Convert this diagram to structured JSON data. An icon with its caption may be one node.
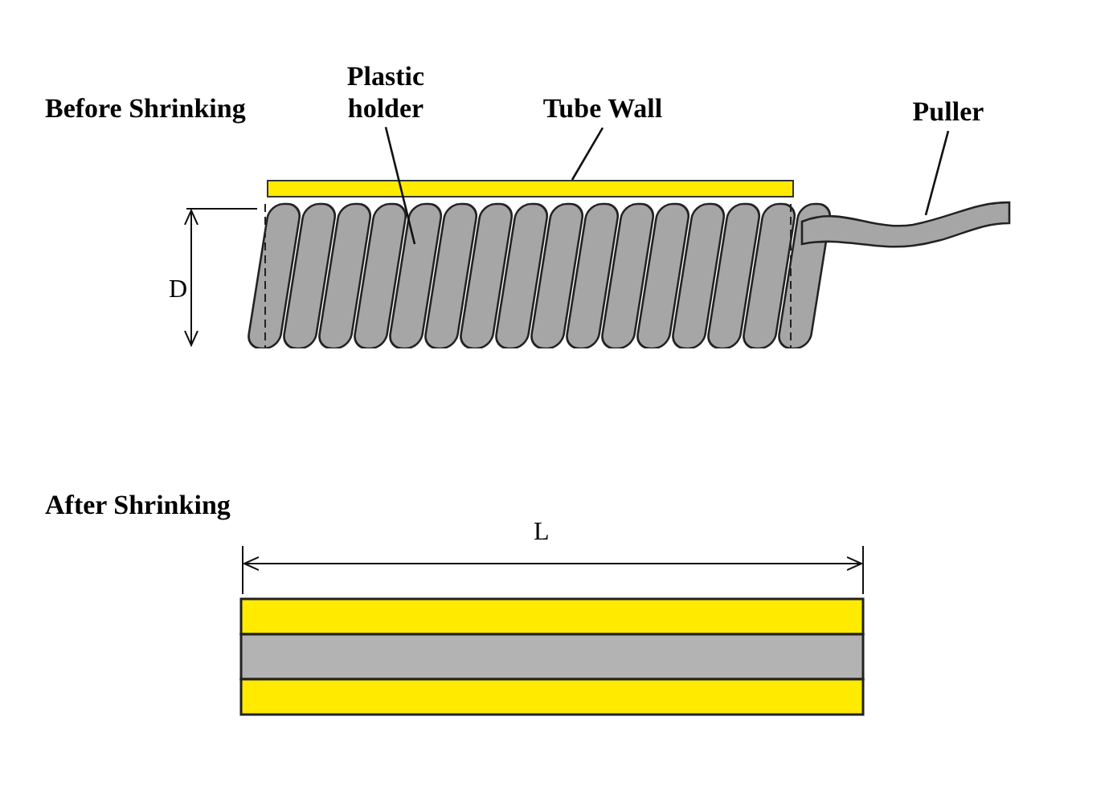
{
  "diagram": {
    "nodes": [
      {
        "text": [
          "Plastic holder"
        ]
      },
      {
        "text": [
          "Tube Wall"
        ]
      },
      {
        "text": [
          "Puller"
        ]
      },
      {
        "text": [],
        "shape": "picture"
      },
      {
        "text": [],
        "shape": "bar"
      },
      {
        "text": [],
        "shape": "picture"
      }
    ],
    "edges": [
      {
        "from": 0,
        "to": 3,
        "arrow": "none"
      },
      {
        "from": 1,
        "to": 4,
        "arrow": "none"
      },
      {
        "from": 2,
        "to": 5,
        "arrow": "none"
      }
    ],
    "labels": [
      "Before Shrinking",
      "D",
      "After Shrinking",
      "L"
    ]
  }
}
